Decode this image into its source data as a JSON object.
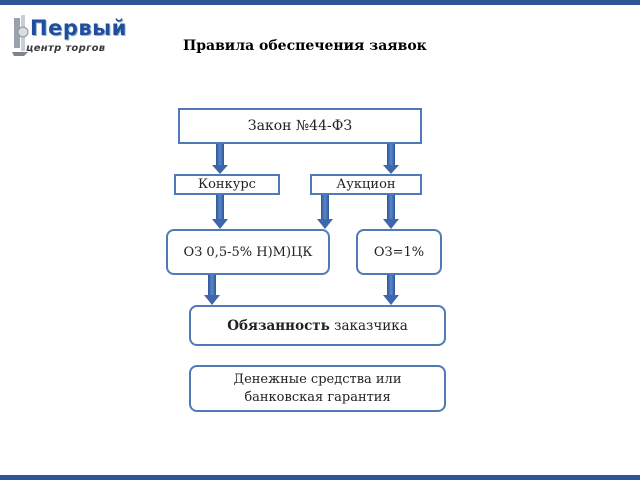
{
  "logo": {
    "top_text": "Первый",
    "bottom_text": "центр торгов"
  },
  "title": "Правила обеспечения заявок",
  "diagram": {
    "law": "Закон №44-ФЗ",
    "konkurs": "Конкурс",
    "auction": "Аукцион",
    "oz_range": "ОЗ 0,5-5% Н)М)ЦК",
    "oz_fixed": "ОЗ=1%",
    "duty_bold": "Обязанность",
    "duty_rest": " заказчика",
    "money_line1": "Денежные средства или",
    "money_line2": "банковская гарантия"
  },
  "colors": {
    "accent": "#2f5597",
    "box_border": "#4f79b8",
    "arrow": "#4472c4"
  }
}
